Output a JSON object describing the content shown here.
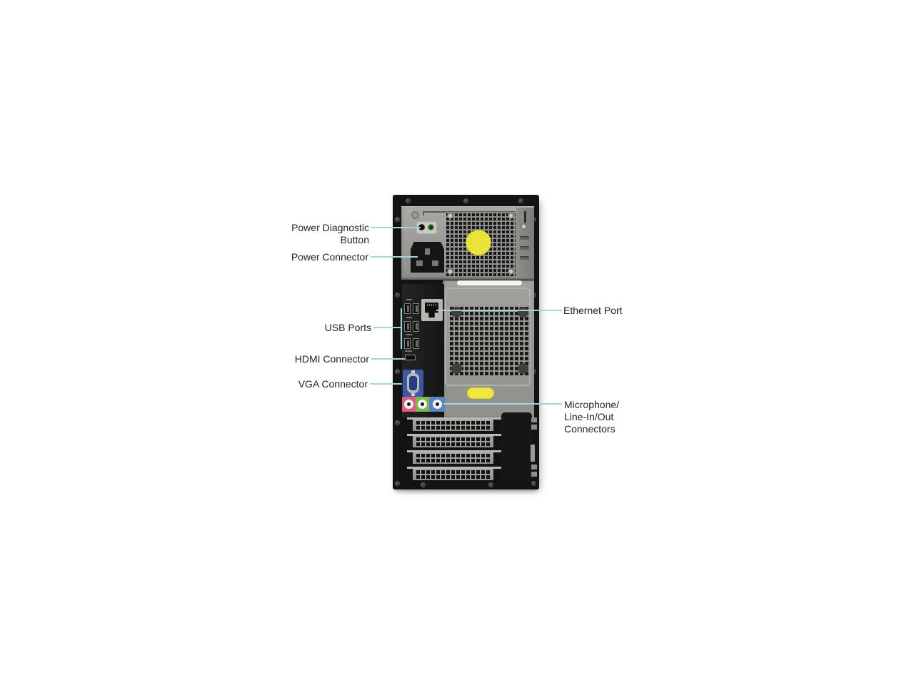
{
  "labels": {
    "power_diagnostic": "Power Diagnostic\nButton",
    "power_connector": "Power Connector",
    "usb_ports": "USB Ports",
    "hdmi_connector": "HDMI Connector",
    "vga_connector": "VGA Connector",
    "ethernet_port": "Ethernet Port",
    "audio_connectors": "Microphone/\nLine-In/Out\nConnectors"
  },
  "colors": {
    "leader_line": "#a5d5da",
    "label_text": "#272324",
    "vga_blue": "#3d57a7",
    "audio_mic": "#dd5f7d",
    "audio_line_out": "#7fb74d",
    "audio_line_in": "#5a83c8",
    "sticker_yellow": "#efe73e"
  }
}
